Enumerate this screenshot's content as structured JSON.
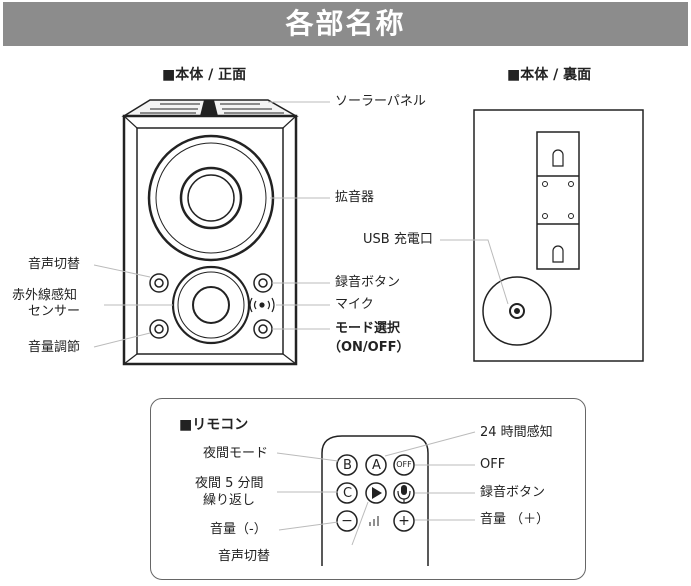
{
  "header": {
    "title": "各部名称"
  },
  "front": {
    "title": "■本体 / 正面",
    "labels": {
      "solar": "ソーラーパネル",
      "speaker": "拡音器",
      "record": "録音ボタン",
      "mic": "マイク",
      "mode": "モード選択",
      "mode_sub": "（ON/OFF）",
      "voice_switch": "音声切替",
      "ir_sensor_1": "赤外線感知",
      "ir_sensor_2": "センサー",
      "volume": "音量調節"
    }
  },
  "back": {
    "title": "■本体 / 裏面",
    "labels": {
      "usb": "USB 充電口"
    }
  },
  "remote": {
    "title": "■リモコン",
    "labels": {
      "night_mode": "夜間モード",
      "night_5min_1": "夜間 5 分間",
      "night_5min_2": "繰り返し",
      "volume_down": "音量（-）",
      "voice_switch": "音声切替",
      "sense24": "24 時間感知",
      "off": "OFF",
      "record": "録音ボタン",
      "volume_up": "音量 （＋）"
    },
    "buttons": {
      "b": "B",
      "a": "A",
      "off": "OFF",
      "c": "C",
      "minus": "−",
      "plus": "+"
    }
  }
}
